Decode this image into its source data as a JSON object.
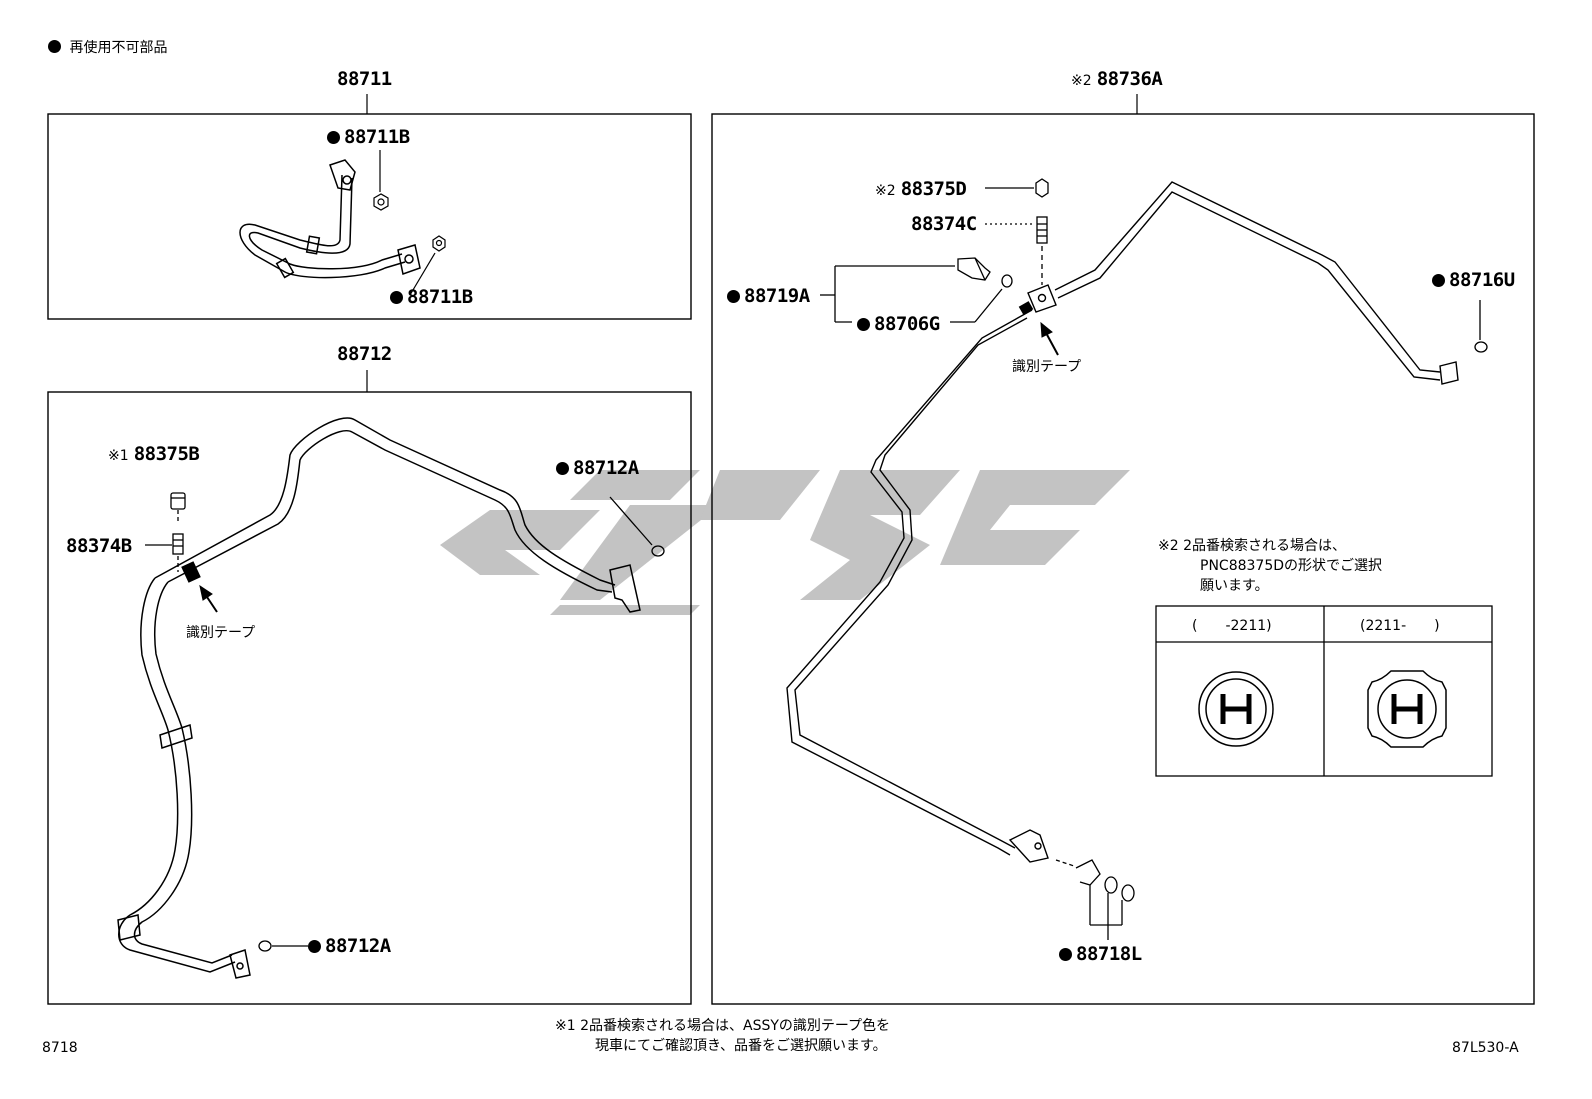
{
  "legend": {
    "bullet_text": "再使用不可部品"
  },
  "groups": {
    "g88711": {
      "title": "88711",
      "parts": {
        "p1": "88711B",
        "p2": "88711B"
      }
    },
    "g88712": {
      "title": "88712",
      "parts": {
        "mark1": "※1",
        "cap": "88375B",
        "valve": "88374B",
        "p_top": "88712A",
        "p_bottom": "88712A"
      },
      "tape_label": "識別テープ"
    },
    "g88736A": {
      "title_mark": "※2",
      "title": "88736A",
      "parts": {
        "mark2": "※2",
        "cap": "88375D",
        "valve": "88374C",
        "switch": "88719A",
        "oring": "88706G",
        "p_right": "88716U",
        "p_bottom": "88718L"
      },
      "tape_label": "識別テープ",
      "note": {
        "mark": "※2",
        "lines": [
          "2品番検索される場合は、",
          "PNC88375Dの形状でご選択",
          "願います。"
        ]
      },
      "table": {
        "col1": "(　　-2211)",
        "col2": "(2211-　　)"
      }
    }
  },
  "footnote": {
    "mark": "※1",
    "line1": "2品番検索される場合は、ASSYの識別テープ色を",
    "line2": "現車にてご確認頂き、品番をご選択願います。"
  },
  "page_code": "8718",
  "figure_code": "87L530-A",
  "colors": {
    "line": "#000000",
    "watermark": "#b8b8b8"
  }
}
